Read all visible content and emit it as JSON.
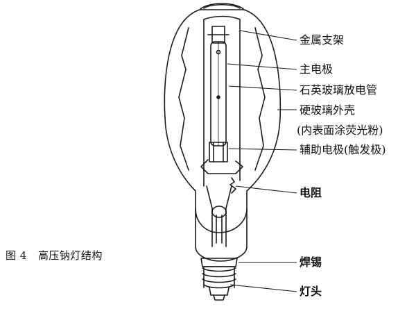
{
  "caption": {
    "number": "图 4",
    "title": "高压钠灯结构"
  },
  "labels": {
    "metal_support": "金属支架",
    "main_electrode": "主电极",
    "quartz_tube": "石英玻璃放电管",
    "hard_glass_shell": "硬玻璃外壳",
    "inner_coating": "(内表面涂荧光粉)",
    "aux_electrode": "辅助电极(触发极)",
    "resistor": "电阻",
    "solder": "焊锡",
    "lamp_cap": "灯头"
  }
}
